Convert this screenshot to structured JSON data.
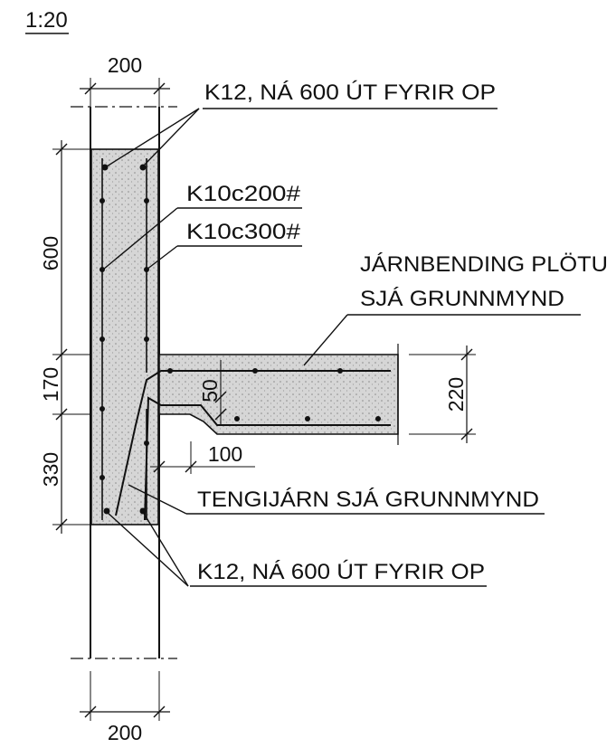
{
  "scale": "1:20",
  "dimensions": {
    "wall_width_top": "200",
    "wall_width_bottom": "200",
    "upper_zone": "600",
    "slab_zone": "170",
    "lower_zone": "330",
    "slab_step": "50",
    "slab_offset": "100",
    "slab_thickness": "220"
  },
  "annotations": {
    "rebar_top": "K12, NÁ 600 ÚT FYRIR OP",
    "mesh_inner": "K10c200#",
    "mesh_outer": "K10c300#",
    "slab_rebar_line1": "JÁRNBENDING PLÖTU",
    "slab_rebar_line2": "SJÁ GRUNNMYND",
    "connecting_bars": "TENGIJÁRN SJÁ GRUNNMYND",
    "rebar_bottom": "K12, NÁ 600 ÚT FYRIR OP"
  },
  "colors": {
    "line": "#111111",
    "concrete_fill": "#d6d6d6"
  }
}
